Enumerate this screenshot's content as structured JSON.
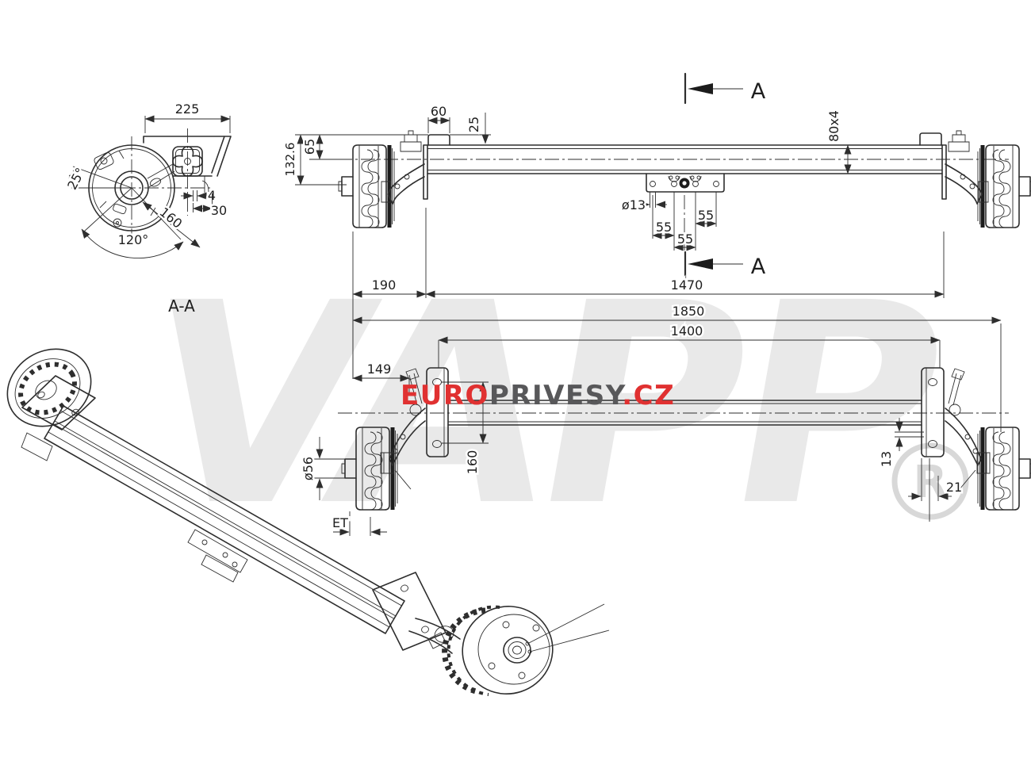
{
  "watermarks": {
    "logo": "VAPP",
    "brand_red": "EURO",
    "brand_gray": "PRIVESY",
    "brand_suffix": ".CZ",
    "registered": "R"
  },
  "colors": {
    "line": "#2e2e2e",
    "brand_red": "#e03131",
    "brand_gray": "#58585a",
    "watermark_gray": "#e9e9e9"
  },
  "detail_view": {
    "label": "A-A",
    "dim_width": "225",
    "dim_angle_left": "25°",
    "dim_angle_bottom": "120°",
    "dim_diag": "160",
    "dim_small": "4",
    "dim_offset": "30"
  },
  "front_view": {
    "section_label": "A",
    "dim_bracket": "60",
    "dim_clip": "25",
    "dim_height": "132.6",
    "dim_drop": "65",
    "dim_tube": "80x4",
    "dim_hole": "ø13",
    "dim_pitch_a": "55",
    "dim_pitch_b": "55",
    "dim_pitch_c": "55",
    "dim_left": "190",
    "dim_inner": "1470"
  },
  "rear_view": {
    "dim_overall": "1850",
    "dim_plates": "1400",
    "dim_arm": "149",
    "dim_plate_h": "160",
    "dim_hub": "ø56",
    "dim_et": "ET",
    "dim_edge": "13",
    "dim_lever": "21"
  }
}
